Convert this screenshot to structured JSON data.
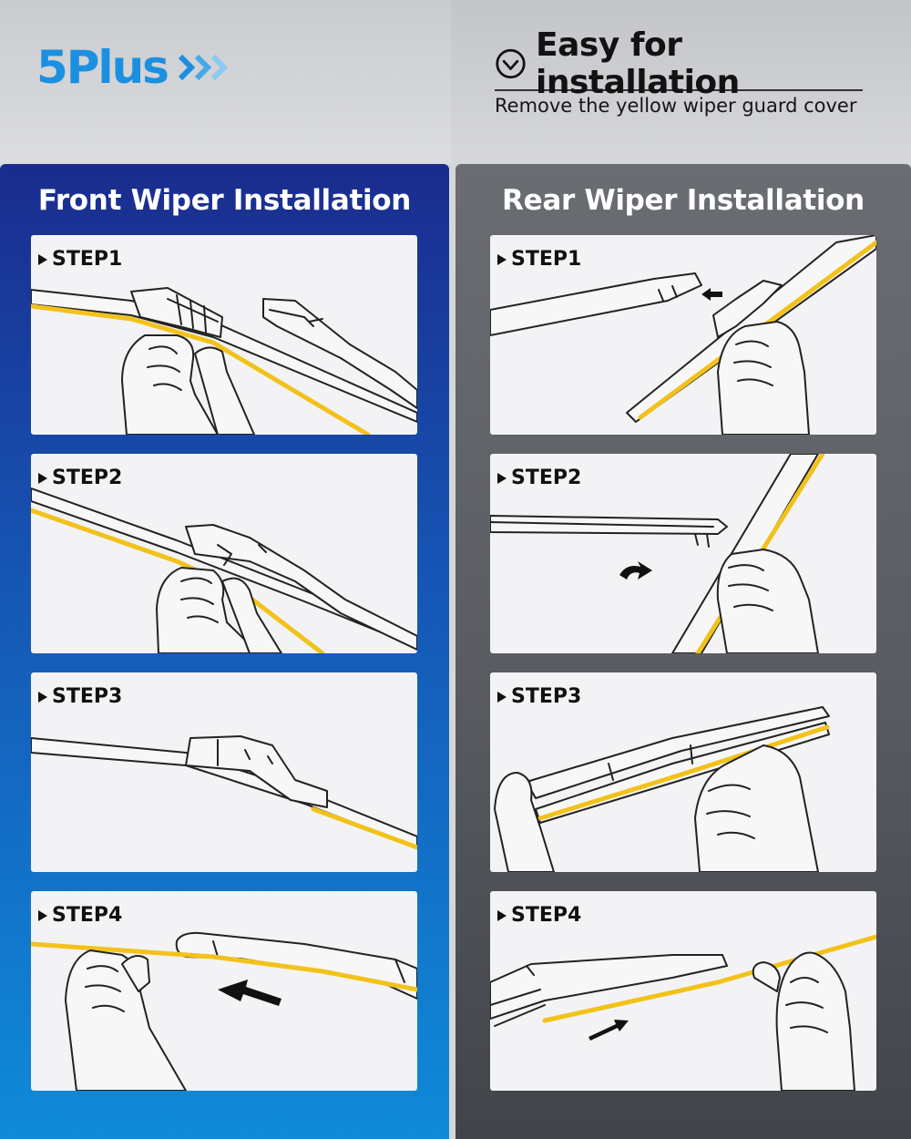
{
  "brand": {
    "name": "5Plus"
  },
  "header": {
    "title": "Easy for installation",
    "subtitle": "Remove the yellow wiper guard cover"
  },
  "front": {
    "title": "Front Wiper Installation",
    "steps": [
      {
        "label": "STEP1"
      },
      {
        "label": "STEP2"
      },
      {
        "label": "STEP3"
      },
      {
        "label": "STEP4"
      }
    ]
  },
  "rear": {
    "title": "Rear Wiper Installation",
    "steps": [
      {
        "label": "STEP1"
      },
      {
        "label": "STEP2"
      },
      {
        "label": "STEP3"
      },
      {
        "label": "STEP4"
      }
    ]
  },
  "colors": {
    "brand_blue": "#1b8fe0",
    "guard_yellow": "#f2c21b",
    "front_panel_top": "#1a2c8e",
    "front_panel_bottom": "#0f8bd9",
    "rear_panel": "#5a5d62"
  },
  "icons": {
    "brand_mark": "chevron-right-triple-icon",
    "header_mark": "circle-check-icon",
    "step_marker": "triangle-right-icon"
  }
}
